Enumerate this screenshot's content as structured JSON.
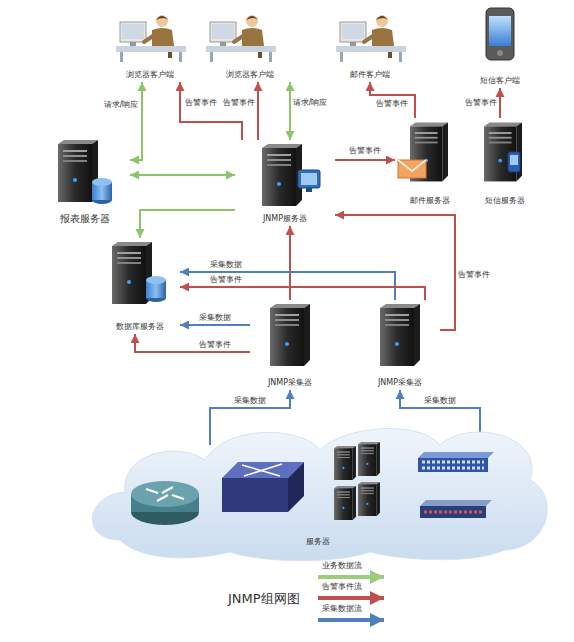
{
  "diagram": {
    "title": "JNMP组网图",
    "nodes": [
      {
        "text": [
          "浏览器客户端"
        ]
      },
      {
        "text": [
          "浏览器客户端"
        ]
      },
      {
        "text": [
          "邮件客户端"
        ]
      },
      {
        "text": [
          "短信客户端"
        ]
      },
      {
        "text": [
          "报表服务器"
        ]
      },
      {
        "text": [
          "JNMP服务器"
        ]
      },
      {
        "text": [
          "邮件服务器"
        ]
      },
      {
        "text": [
          "短信服务器"
        ]
      },
      {
        "text": [
          "数据库服务器"
        ]
      },
      {
        "text": [
          "JNMP采集器"
        ]
      },
      {
        "text": [
          "JNMP采集器"
        ]
      },
      {
        "text": [
          "服务器"
        ]
      }
    ],
    "edges": [
      {
        "from": 4,
        "to": 0,
        "label": "请求/响应",
        "arrow": "both"
      },
      {
        "from": 5,
        "to": 0,
        "label": "告警事件",
        "arrow": "to"
      },
      {
        "from": 5,
        "to": 1,
        "label": "告警事件",
        "arrow": "to"
      },
      {
        "from": 1,
        "to": 5,
        "label": "请求/响应",
        "arrow": "both"
      },
      {
        "from": 4,
        "to": 5,
        "arrow": "both"
      },
      {
        "from": 5,
        "to": 8,
        "arrow": "to"
      },
      {
        "from": 5,
        "to": 6,
        "label": "告警事件",
        "arrow": "to"
      },
      {
        "from": 6,
        "to": 2,
        "label": "告警事件",
        "arrow": "to"
      },
      {
        "from": 7,
        "to": 3,
        "label": "告警事件",
        "arrow": "to"
      },
      {
        "from": 9,
        "to": 5,
        "arrow": "to"
      },
      {
        "from": 10,
        "to": 5,
        "label": "告警事件",
        "arrow": "to"
      },
      {
        "from": 10,
        "to": 8,
        "label": "采集数据",
        "arrow": "to"
      },
      {
        "from": 10,
        "to": 8,
        "label": "告警事件",
        "arrow": "to"
      },
      {
        "from": 9,
        "to": 8,
        "label": "采集数据",
        "arrow": "to"
      },
      {
        "from": 9,
        "to": 8,
        "label": "告警事件",
        "arrow": "to"
      },
      {
        "from": 11,
        "to": 9,
        "label": "采集数据",
        "arrow": "to"
      },
      {
        "from": 11,
        "to": 10,
        "label": "采集数据",
        "arrow": "to"
      }
    ],
    "legend": [
      {
        "text": "业务数据流"
      },
      {
        "text": "告警事件流"
      },
      {
        "text": "采集数据流"
      }
    ]
  }
}
